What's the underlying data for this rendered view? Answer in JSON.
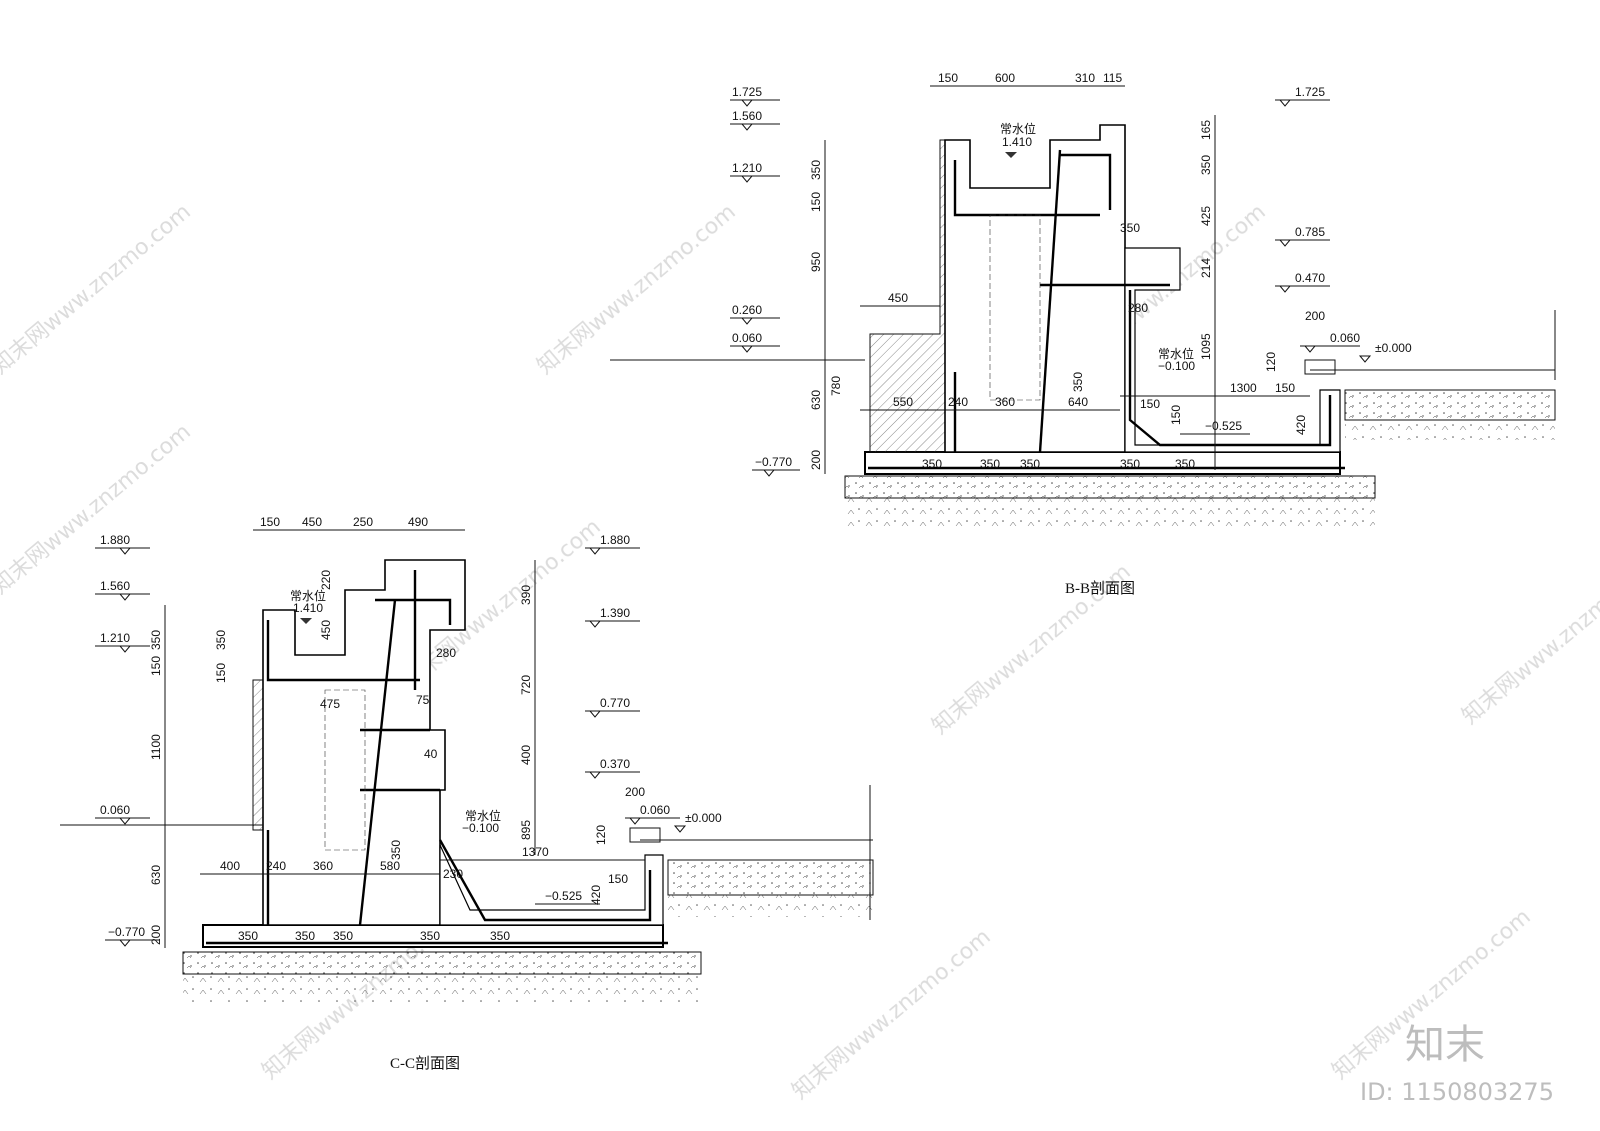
{
  "bb_section": {
    "title": "B-B剖面图",
    "top_dims": [
      "150",
      "600",
      "310",
      "115"
    ],
    "levels_left": [
      "1.725",
      "1.560",
      "1.210",
      "0.260",
      "0.060",
      "−0.770"
    ],
    "levels_right": [
      "1.725",
      "0.785",
      "0.470",
      "0.060",
      "±0.000"
    ],
    "vert_dims_left": [
      "350",
      "150",
      "950",
      "780",
      "630",
      "200"
    ],
    "vert_dims_right": [
      "165",
      "350",
      "425",
      "214",
      "1095",
      "120",
      "150",
      "420"
    ],
    "horiz_dims": [
      "450",
      "550",
      "240",
      "360",
      "640",
      "350",
      "280",
      "1300",
      "150",
      "150",
      "200"
    ],
    "bar_labels": [
      "350",
      "350",
      "350",
      "350",
      "350",
      "350"
    ],
    "water_label": "常水位",
    "water_level": "1.410",
    "water_label_2": "常水位",
    "water_level_2": "−0.100",
    "bottom_level": "−0.525"
  },
  "cc_section": {
    "title": "C-C剖面图",
    "top_dims": [
      "150",
      "450",
      "250",
      "490"
    ],
    "levels_left": [
      "1.880",
      "1.560",
      "1.210",
      "0.060",
      "−0.770"
    ],
    "levels_right": [
      "1.880",
      "1.390",
      "0.770",
      "0.370",
      "0.060",
      "±0.000"
    ],
    "vert_dims_left": [
      "350",
      "150",
      "1100",
      "630",
      "200",
      "350",
      "150"
    ],
    "vert_dims_right": [
      "390",
      "720",
      "400",
      "895",
      "120",
      "420",
      "150"
    ],
    "horiz_dims": [
      "220",
      "450",
      "280",
      "475",
      "75",
      "40",
      "400",
      "240",
      "360",
      "580",
      "230",
      "1370",
      "200"
    ],
    "bar_labels": [
      "350",
      "350",
      "350",
      "350",
      "350",
      "350"
    ],
    "water_label": "常水位",
    "water_level": "1.410",
    "water_label_2": "常水位",
    "water_level_2": "−0.100",
    "bottom_level": "−0.525"
  },
  "watermark": {
    "text": "知末网www.znzmo.com",
    "brand": "知末",
    "id": "ID: 1150803275"
  }
}
